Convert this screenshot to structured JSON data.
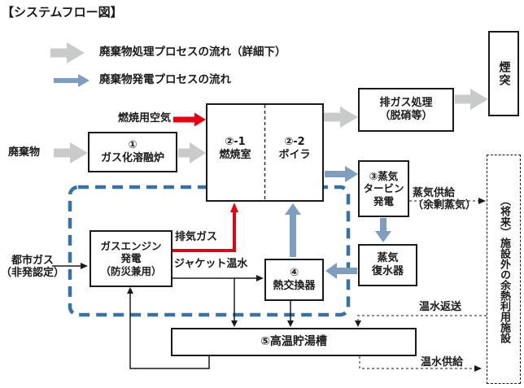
{
  "title": "【システムフロー図】",
  "legend": {
    "waste_process": "廃棄物処理プロセスの流れ（詳細下）",
    "power_process": "廃棄物発電プロセスの流れ"
  },
  "nodes": {
    "furnace": "①\nガス化溶融炉",
    "combustion_chamber": "②-1\n燃焼室",
    "boiler": "②-2\nボイラ",
    "gas_treatment": "排ガス処理\n（脱硝等）",
    "chimney": "煙突",
    "steam_turbine": "③蒸気\nタービン\n発電",
    "condenser": "蒸気\n復水器",
    "gas_engine": "ガスエンジン\n発電\n（防災兼用）",
    "heat_exchanger": "④\n熱交換器",
    "hot_water_tank": "⑤高温貯湯槽",
    "future_facility": "（将来）施設外の余熱利用施設"
  },
  "labels": {
    "waste": "廃棄物",
    "combustion_air": "燃焼用空気",
    "city_gas": "都市ガス\n（非発認定）",
    "exhaust_gas": "排気ガス",
    "jacket_hot_water": "ジャケット温水",
    "steam_supply": "蒸気供給\n（余剰蒸気）",
    "hot_water_return": "温水返送",
    "hot_water_supply": "温水供給"
  },
  "colors": {
    "waste_process_arrow": "#C9CACA",
    "power_process_arrow": "#7E9DBF",
    "dashed_frame_blue": "#3A71A3",
    "red_arrow": "#E60012",
    "line_black": "#1A1A1A"
  }
}
